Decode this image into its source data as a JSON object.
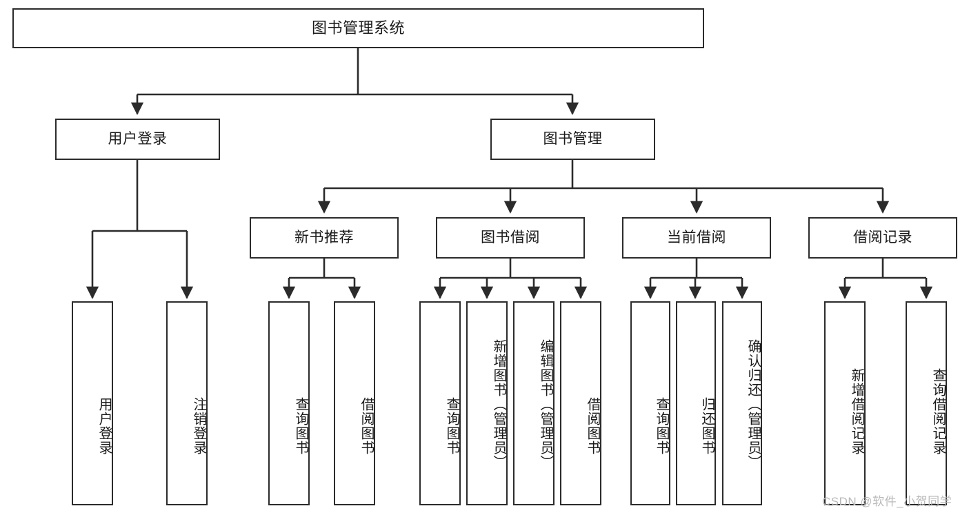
{
  "diagram": {
    "title": "图书管理系统",
    "type": "tree",
    "orientation": "top-down",
    "line_color": "#2b2b2b",
    "box_fill": "#ffffff",
    "text_color": "#1b1b1b"
  },
  "watermark": {
    "text": "CSDN @软件_小贺同学",
    "color": "#b9b9b9"
  },
  "nodes": {
    "root": {
      "label": "图书管理系统"
    },
    "level1": [
      {
        "label": "用户登录"
      },
      {
        "label": "图书管理"
      }
    ],
    "level2": [
      {
        "label": "新书推荐"
      },
      {
        "label": "图书借阅"
      },
      {
        "label": "当前借阅"
      },
      {
        "label": "借阅记录"
      }
    ],
    "leaves": {
      "user_login": [
        {
          "label": "用户登录"
        },
        {
          "label": "注销登录"
        }
      ],
      "new_book": [
        {
          "label": "查询图书"
        },
        {
          "label": "借阅图书"
        }
      ],
      "borrow": [
        {
          "label": "查询图书"
        },
        {
          "label": "新增图书（管理员）"
        },
        {
          "label": "编辑图书（管理员）"
        },
        {
          "label": "借阅图书"
        }
      ],
      "current": [
        {
          "label": "查询图书"
        },
        {
          "label": "归还图书"
        },
        {
          "label": "确认归还（管理员）"
        }
      ],
      "records": [
        {
          "label": "新增借阅记录"
        },
        {
          "label": "查询借阅记录"
        }
      ]
    }
  }
}
